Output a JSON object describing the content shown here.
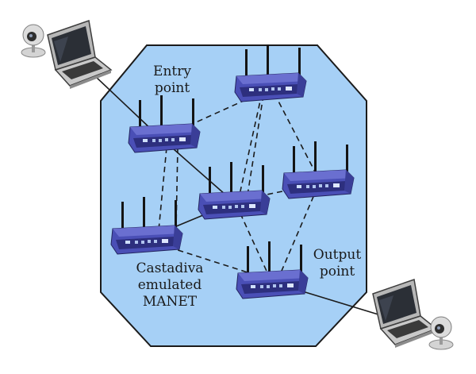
{
  "labels": {
    "entry": [
      "Entry",
      "point"
    ],
    "output": [
      "Output",
      "point"
    ],
    "manet": [
      "Castadiva",
      "emulated",
      "MANET"
    ]
  },
  "colors": {
    "area_fill": "#a6d0f6",
    "area_stroke": "#1b1b1b",
    "router_body": "#4a4fb6",
    "router_dark": "#2d2f7e",
    "link": "#1b1b1b"
  },
  "icons": {
    "router": "wireless-router-icon",
    "laptop": "laptop-icon",
    "webcam": "webcam-icon"
  },
  "topology": {
    "routers": [
      "r-top",
      "r-entry",
      "r-center",
      "r-right",
      "r-left",
      "r-output"
    ],
    "solid_links": [
      [
        "r-entry",
        "r-center"
      ],
      [
        "r-left",
        "r-center"
      ]
    ],
    "dashed_links": [
      [
        "r-entry",
        "r-top"
      ],
      [
        "r-entry",
        "r-left"
      ],
      [
        "r-top",
        "r-center"
      ],
      [
        "r-top",
        "r-right"
      ],
      [
        "r-center",
        "r-right"
      ],
      [
        "r-center",
        "r-output"
      ],
      [
        "r-left",
        "r-output"
      ],
      [
        "r-right",
        "r-output"
      ]
    ],
    "endpoint_links": [
      [
        "laptop-in",
        "r-entry"
      ],
      [
        "r-output",
        "laptop-out"
      ]
    ]
  }
}
